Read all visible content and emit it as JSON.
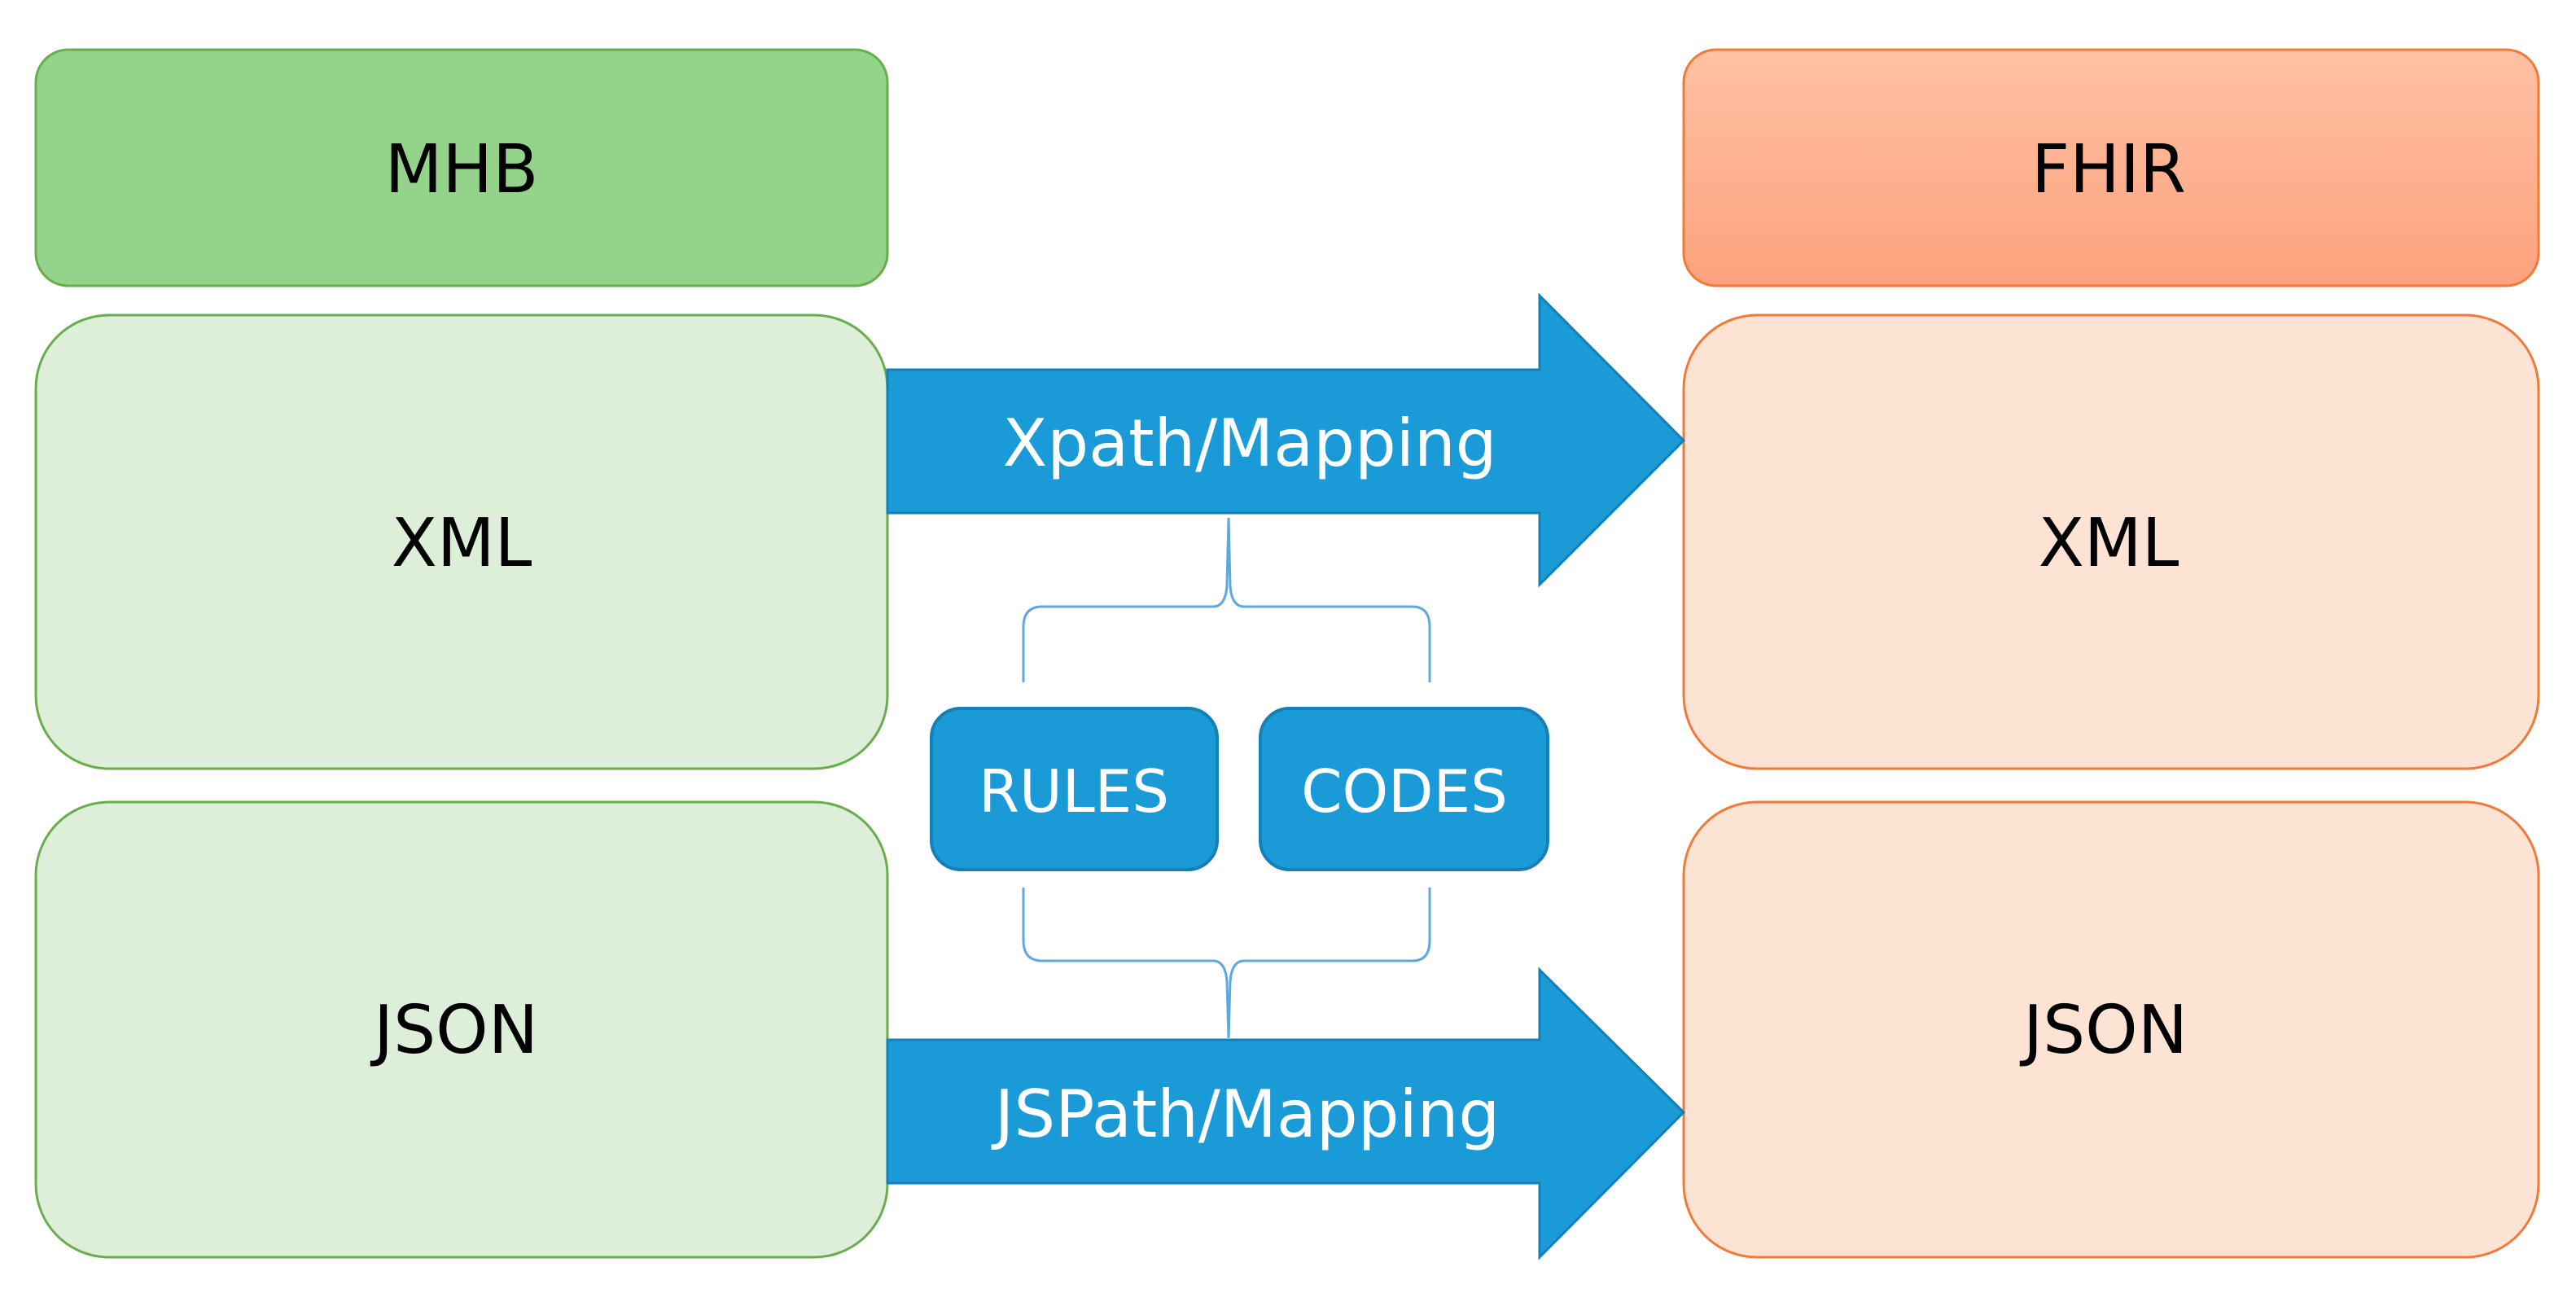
{
  "source": {
    "title": "MHB",
    "formats": [
      "XML",
      "JSON"
    ]
  },
  "target": {
    "title": "FHIR",
    "formats": [
      "XML",
      "JSON"
    ]
  },
  "arrows": {
    "xml": "Xpath/Mapping",
    "json": "JSPath/Mapping"
  },
  "shared": [
    "RULES",
    "CODES"
  ],
  "colors": {
    "source_header": "#94d38a",
    "source_body": "#ddefd9",
    "source_border": "#6aad4e",
    "target_header": "#fdae8a",
    "target_body": "#fde3d4",
    "target_border": "#f07a3a",
    "arrow": "#1a9bd7",
    "brace": "#5ea8e0"
  }
}
